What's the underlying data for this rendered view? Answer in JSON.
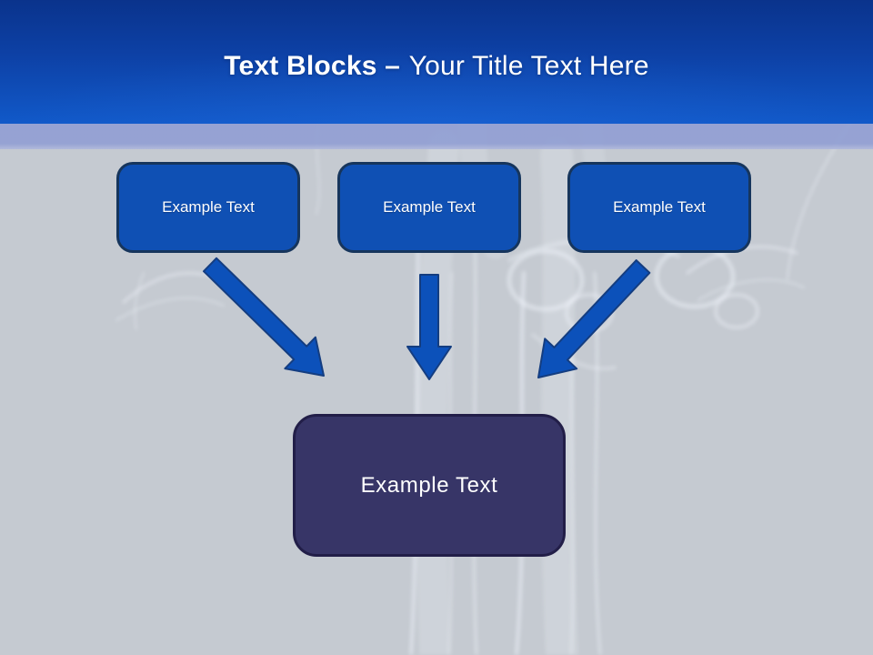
{
  "header": {
    "title_bold": "Text Blocks –",
    "title_regular": "Your Title Text Here"
  },
  "blocks": [
    {
      "label": "Example Text"
    },
    {
      "label": "Example Text"
    },
    {
      "label": "Example Text"
    }
  ],
  "center_block": {
    "label": "Example Text"
  },
  "arrows": [
    {
      "name": "arrow-down-right",
      "from": "block-1",
      "to": "center-block"
    },
    {
      "name": "arrow-down",
      "from": "block-2",
      "to": "center-block"
    },
    {
      "name": "arrow-down-left",
      "from": "block-3",
      "to": "center-block"
    }
  ],
  "colors": {
    "header_gradient_top": "#0a338c",
    "header_gradient_bottom": "#1159c9",
    "accent_band": "#8f9dd3",
    "canvas_background": "#c5cad1",
    "block_fill": "#0f50b4",
    "block_border": "#16355c",
    "center_fill": "#373567",
    "center_border": "#221e48",
    "arrow_fill": "#0c51ba",
    "arrow_outline": "#143d80",
    "title_text": "#ffffff",
    "block_text": "#ffffff"
  }
}
